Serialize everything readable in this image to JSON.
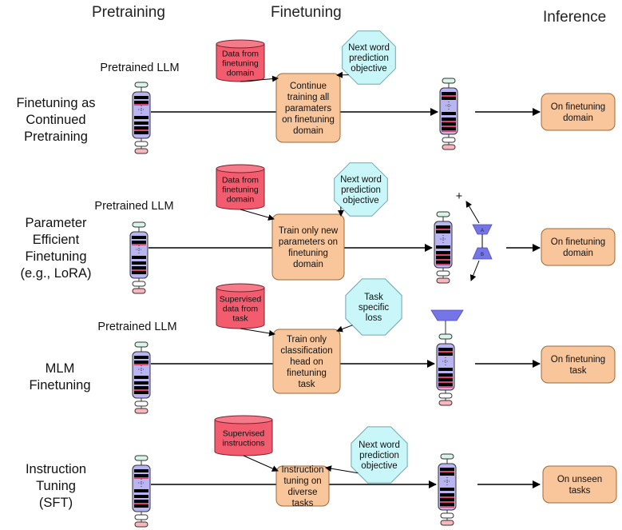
{
  "columns": {
    "pretraining": "Pretraining",
    "finetuning": "Finetuning",
    "inference": "Inference"
  },
  "rows": [
    {
      "label_lines": [
        "Finetuning as",
        "Continued",
        "Pretraining"
      ],
      "llm_label": "Pretrained LLM",
      "data_lines": [
        "Data from",
        "finetuning",
        "domain"
      ],
      "objective_lines": [
        "Next word",
        "prediction",
        "objective"
      ],
      "process_lines": [
        "Continue",
        "training all",
        "paramaters",
        "on finetuning",
        "domain"
      ],
      "inference_lines": [
        "On finetuning",
        "domain"
      ]
    },
    {
      "label_lines": [
        "Parameter",
        "Efficient",
        "Finetuning",
        "(e.g., LoRA)"
      ],
      "llm_label": "Pretrained LLM",
      "data_lines": [
        "Data from",
        "finetuning",
        "domain"
      ],
      "objective_lines": [
        "Next word",
        "prediction",
        "objective"
      ],
      "process_lines": [
        "Train only new",
        "parameters on",
        "finetuning",
        "domain"
      ],
      "inference_lines": [
        "On finetuning",
        "domain"
      ],
      "lora": {
        "plus": "+",
        "a": "A",
        "b": "B"
      }
    },
    {
      "label_lines": [
        "MLM",
        "Finetuning"
      ],
      "llm_label": "Pretrained LLM",
      "data_lines": [
        "Supervised",
        "data from",
        "task"
      ],
      "objective_lines": [
        "Task",
        "specific",
        "loss"
      ],
      "process_lines": [
        "Train only",
        "classification",
        "head on",
        "finetuning",
        "task"
      ],
      "inference_lines": [
        "On finetuning",
        "task"
      ]
    },
    {
      "label_lines": [
        "Instruction",
        "Tuning",
        "(SFT)"
      ],
      "llm_label": "",
      "data_lines": [
        "Supervised",
        "instructions"
      ],
      "objective_lines": [
        "Next word",
        "prediction",
        "objective"
      ],
      "process_lines": [
        "Instruction",
        "tuning on",
        "diverse",
        "tasks"
      ],
      "inference_lines": [
        "On unseen",
        "tasks"
      ]
    }
  ],
  "colors": {
    "cylinder": "#f25c6e",
    "octagon": "#c9f7f9",
    "process_box": "#f9c69b",
    "llm_body": "#b9b4f2",
    "trapezoid": "#7575e8"
  }
}
